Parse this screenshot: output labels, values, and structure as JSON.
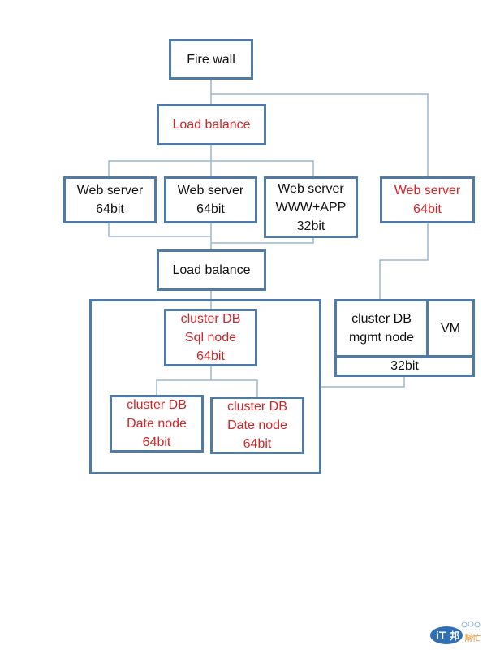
{
  "nodes": {
    "firewall": {
      "lines": [
        "Fire wall"
      ],
      "highlight": false
    },
    "load_balance_top": {
      "lines": [
        "Load balance"
      ],
      "highlight": true
    },
    "web1": {
      "lines": [
        "Web server",
        "64bit"
      ],
      "highlight": false
    },
    "web2": {
      "lines": [
        "Web server",
        "64bit"
      ],
      "highlight": false
    },
    "web3": {
      "lines": [
        "Web server",
        "WWW+APP",
        "32bit"
      ],
      "highlight": false
    },
    "web4": {
      "lines": [
        "Web server",
        "64bit"
      ],
      "highlight": true
    },
    "load_balance_mid": {
      "lines": [
        "Load balance"
      ],
      "highlight": false
    },
    "sql_node": {
      "lines": [
        "cluster DB",
        "Sql node",
        "64bit"
      ],
      "highlight": true
    },
    "data_node1": {
      "lines": [
        "cluster DB",
        "Date node",
        "64bit"
      ],
      "highlight": true
    },
    "data_node2": {
      "lines": [
        "cluster DB",
        "Date node",
        "64bit"
      ],
      "highlight": true
    },
    "mgmt_node": {
      "lines": [
        "cluster DB",
        "mgmt node"
      ],
      "highlight": false
    },
    "vm": {
      "lines": [
        "VM"
      ],
      "highlight": false
    },
    "mgmt_arch": {
      "lines": [
        "32bit"
      ],
      "highlight": false
    }
  },
  "colors": {
    "border": "#4f7ba6",
    "connector": "#9bb5cf",
    "highlight_text": "#d0262a",
    "text": "#111111"
  },
  "logo": {
    "text_left": "iT",
    "text_mid": "邦",
    "text_right": "幫忙"
  }
}
